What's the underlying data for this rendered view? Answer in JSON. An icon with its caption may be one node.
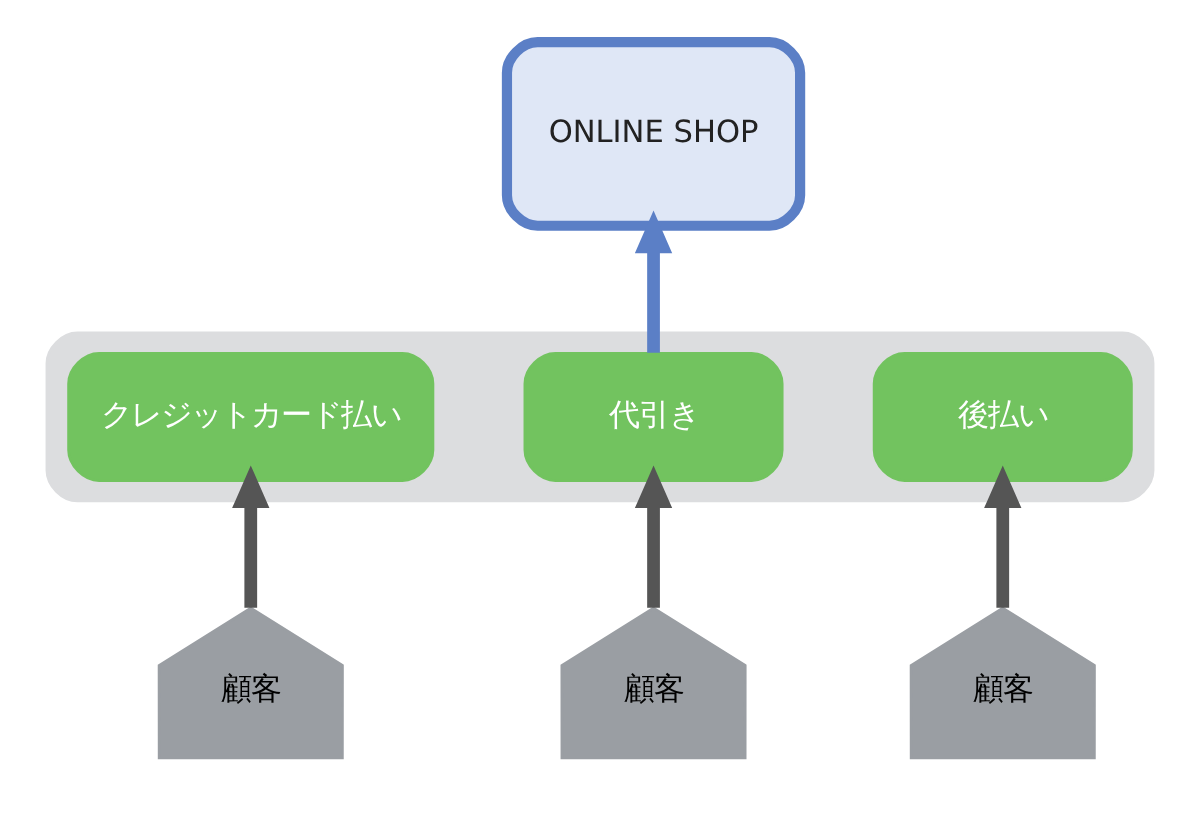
{
  "diagram": {
    "nodes": [
      {
        "text": [
          "ONLINE SHOP"
        ]
      },
      {
        "text": [],
        "shape": "box"
      },
      {
        "text": [
          "クレジットカード払い"
        ],
        "in": 1
      },
      {
        "text": [
          "代引き"
        ],
        "in": 1
      },
      {
        "text": [
          "後払い"
        ],
        "in": 1
      },
      {
        "text": [
          "顧客"
        ]
      },
      {
        "text": [
          "顧客"
        ]
      },
      {
        "text": [
          "顧客"
        ]
      }
    ],
    "edges": [
      {
        "from": 3,
        "to": 0,
        "arrow": "to",
        "color": "#5b7fc6"
      },
      {
        "from": 5,
        "to": 2,
        "arrow": "to"
      },
      {
        "from": 6,
        "to": 3,
        "arrow": "to"
      },
      {
        "from": 7,
        "to": 4,
        "arrow": "to"
      }
    ]
  }
}
